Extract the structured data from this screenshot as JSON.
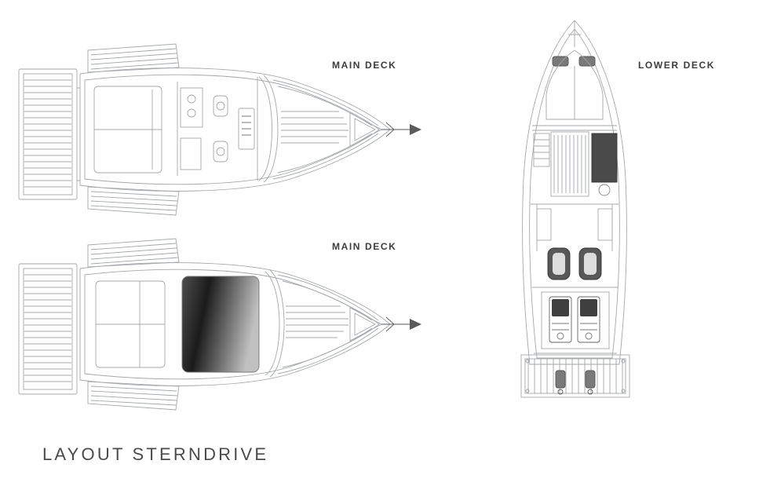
{
  "page": {
    "background": "#ffffff",
    "line_color": "#a3a7aa",
    "detail_color": "#5a5a5a",
    "text_color": "#3c3c3c",
    "title_color": "#4a4a4a",
    "roof_gradient": [
      "#4e4e4e",
      "#1b1b1b",
      "#c0c0c0"
    ]
  },
  "labels": {
    "main_deck_top": "MAIN DECK",
    "main_deck_bottom": "MAIN DECK",
    "lower_deck": "LOWER DECK",
    "title": "LAYOUT STERNDRIVE"
  },
  "diagram": {
    "type": "yacht-deck-plans",
    "views": [
      {
        "id": "main-deck-top",
        "label": "MAIN DECK",
        "orientation": "bow-right"
      },
      {
        "id": "main-deck-bottom",
        "label": "MAIN DECK",
        "orientation": "bow-right"
      },
      {
        "id": "lower-deck",
        "label": "LOWER DECK",
        "orientation": "bow-up"
      }
    ]
  }
}
